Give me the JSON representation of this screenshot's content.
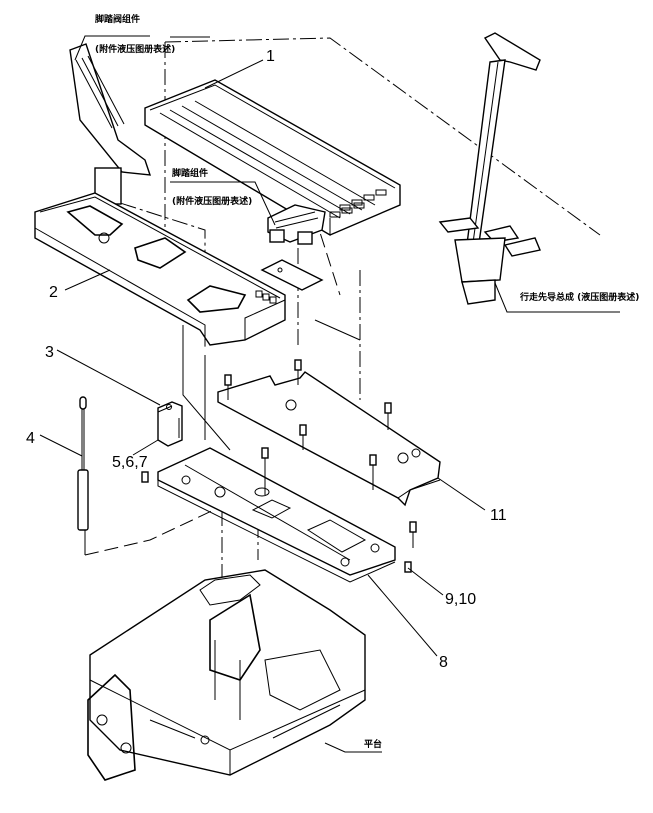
{
  "drawing": {
    "type": "exploded-assembly-view",
    "balloons": [
      {
        "id": "1",
        "label": "1"
      },
      {
        "id": "2",
        "label": "2"
      },
      {
        "id": "3",
        "label": "3"
      },
      {
        "id": "4",
        "label": "4"
      },
      {
        "id": "5-6-7",
        "label": "5,6,7"
      },
      {
        "id": "8",
        "label": "8"
      },
      {
        "id": "9-10",
        "label": "9,10"
      },
      {
        "id": "11",
        "label": "11"
      }
    ],
    "callouts": {
      "pedal_valve_assembly": {
        "title": "脚踏阀组件",
        "note": "(附件液压图册表述)"
      },
      "pedal_assembly": {
        "title": "脚踏组件",
        "note": "(附件液压图册表述)"
      },
      "travel_pilot_assembly": {
        "title": "行走先导总成 (液压图册表述)"
      },
      "platform": {
        "title": "平台"
      }
    }
  }
}
